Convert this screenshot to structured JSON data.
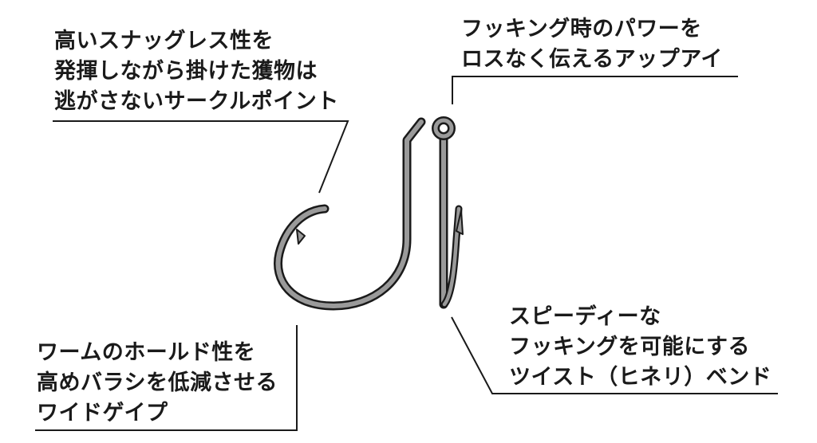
{
  "callouts": {
    "circle_point": {
      "lines": [
        "高いスナッグレス性を",
        "発揮しながら掛けた獲物は",
        "逃がさないサークルポイント"
      ]
    },
    "up_eye": {
      "lines": [
        "フッキング時のパワーを",
        "ロスなく伝えるアップアイ"
      ]
    },
    "twist_bend": {
      "lines": [
        "スピーディーな",
        "フッキングを可能にする",
        "ツイスト（ヒネリ）ベンド"
      ]
    },
    "wide_gap": {
      "lines": [
        "ワームのホールド性を",
        "高めバラシを低減させる",
        "ワイドゲイプ"
      ]
    }
  },
  "colors": {
    "text": "#1a1a1a",
    "leader_line": "#1a1a1a",
    "hook_fill": "#9a9a9a",
    "hook_outline": "#1a1a1a"
  }
}
